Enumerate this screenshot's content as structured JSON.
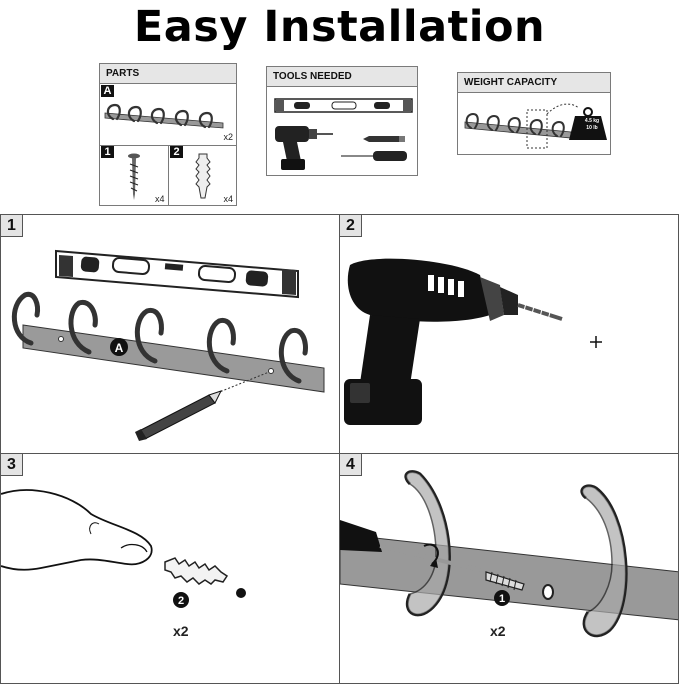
{
  "title": "Easy Installation",
  "parts": {
    "header": "PARTS",
    "rack_tag": "A",
    "rack_qty": "x2",
    "screw_tag": "1",
    "screw_qty": "x4",
    "anchor_tag": "2",
    "anchor_qty": "x4"
  },
  "tools": {
    "header": "TOOLS NEEDED",
    "items": [
      "spirit-level-icon",
      "power-drill-icon",
      "pencil-icon",
      "screwdriver-icon"
    ]
  },
  "weight": {
    "header": "WEIGHT CAPACITY",
    "weight_line1": "4.5 kg",
    "weight_line2": "10 lb"
  },
  "steps": [
    {
      "number": "1",
      "rack_label": "A"
    },
    {
      "number": "2"
    },
    {
      "number": "3",
      "anchor_label": "2",
      "quantity": "x2"
    },
    {
      "number": "4",
      "screw_label": "1",
      "quantity": "x2"
    }
  ]
}
